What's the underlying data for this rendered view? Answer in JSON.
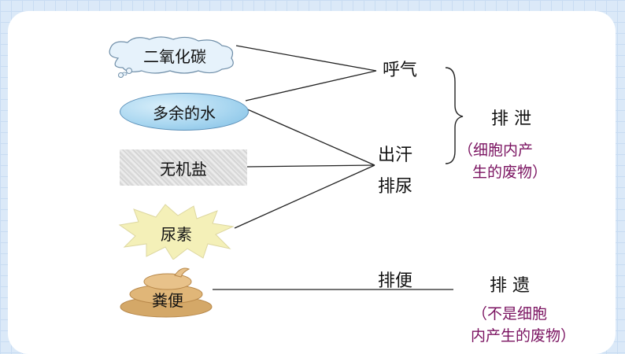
{
  "substances": {
    "co2": "二氧化碳",
    "water": "多余的水",
    "salt": "无机盐",
    "urea": "尿素",
    "feces": "粪便"
  },
  "routes": {
    "breath": "呼气",
    "sweat": "出汗",
    "urine": "排尿",
    "defecate": "排便"
  },
  "categories": {
    "excretion_title": "排 泄",
    "excretion_note_line1": "（细胞内产",
    "excretion_note_line2": "生的废物）",
    "egestion_title": "排 遗",
    "egestion_note_line1": "（不是细胞",
    "egestion_note_line2": "内产生的废物）"
  },
  "colors": {
    "excretion_note": "#7a1260",
    "egestion_note": "#7a1260",
    "water_node": "#a8d6f0",
    "urea_node": "#f4f0b8",
    "feces_node": "#d4a868"
  }
}
